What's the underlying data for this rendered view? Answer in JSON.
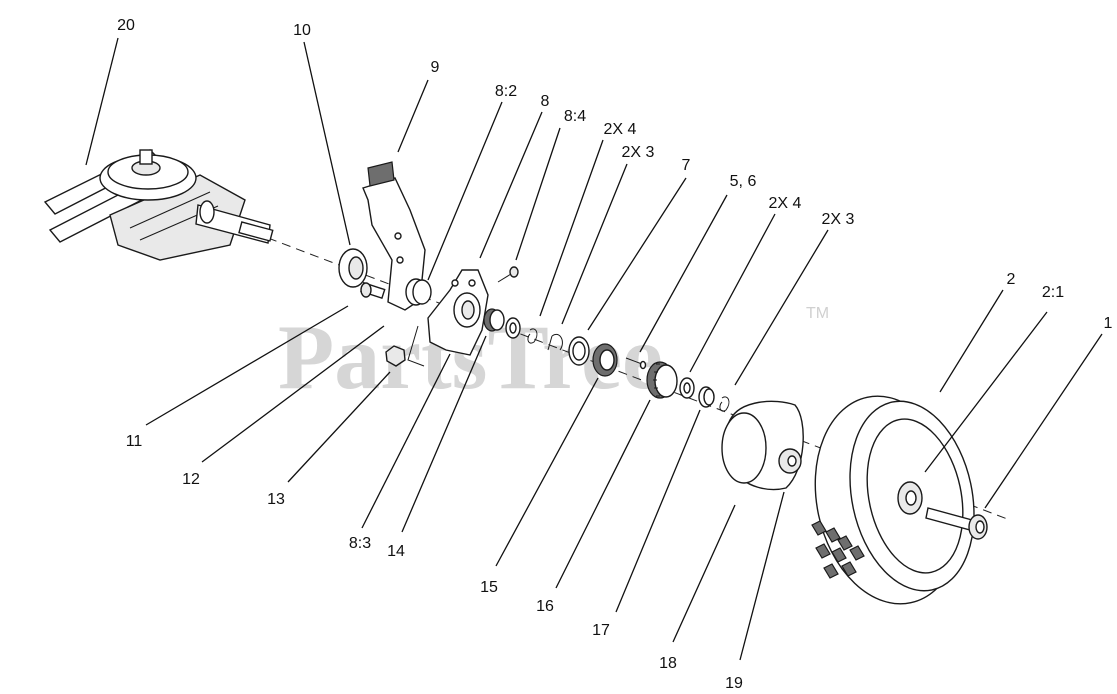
{
  "watermark": {
    "text": "PartsTree",
    "trademark": "TM"
  },
  "callouts": [
    {
      "id": "c20",
      "label": "20"
    },
    {
      "id": "c10",
      "label": "10"
    },
    {
      "id": "c9",
      "label": "9"
    },
    {
      "id": "c8_2",
      "label": "8:2"
    },
    {
      "id": "c8",
      "label": "8"
    },
    {
      "id": "c8_4",
      "label": "8:4"
    },
    {
      "id": "c2x4a",
      "label": "2X 4"
    },
    {
      "id": "c2x3a",
      "label": "2X 3"
    },
    {
      "id": "c7",
      "label": "7"
    },
    {
      "id": "c5_6",
      "label": "5, 6"
    },
    {
      "id": "c2x4b",
      "label": "2X 4"
    },
    {
      "id": "c2x3b",
      "label": "2X 3"
    },
    {
      "id": "c2",
      "label": "2"
    },
    {
      "id": "c2_1",
      "label": "2:1"
    },
    {
      "id": "c1",
      "label": "1"
    },
    {
      "id": "c11",
      "label": "11"
    },
    {
      "id": "c12",
      "label": "12"
    },
    {
      "id": "c13",
      "label": "13"
    },
    {
      "id": "c8_3",
      "label": "8:3"
    },
    {
      "id": "c14",
      "label": "14"
    },
    {
      "id": "c15",
      "label": "15"
    },
    {
      "id": "c16",
      "label": "16"
    },
    {
      "id": "c17",
      "label": "17"
    },
    {
      "id": "c18",
      "label": "18"
    },
    {
      "id": "c19",
      "label": "19"
    }
  ]
}
